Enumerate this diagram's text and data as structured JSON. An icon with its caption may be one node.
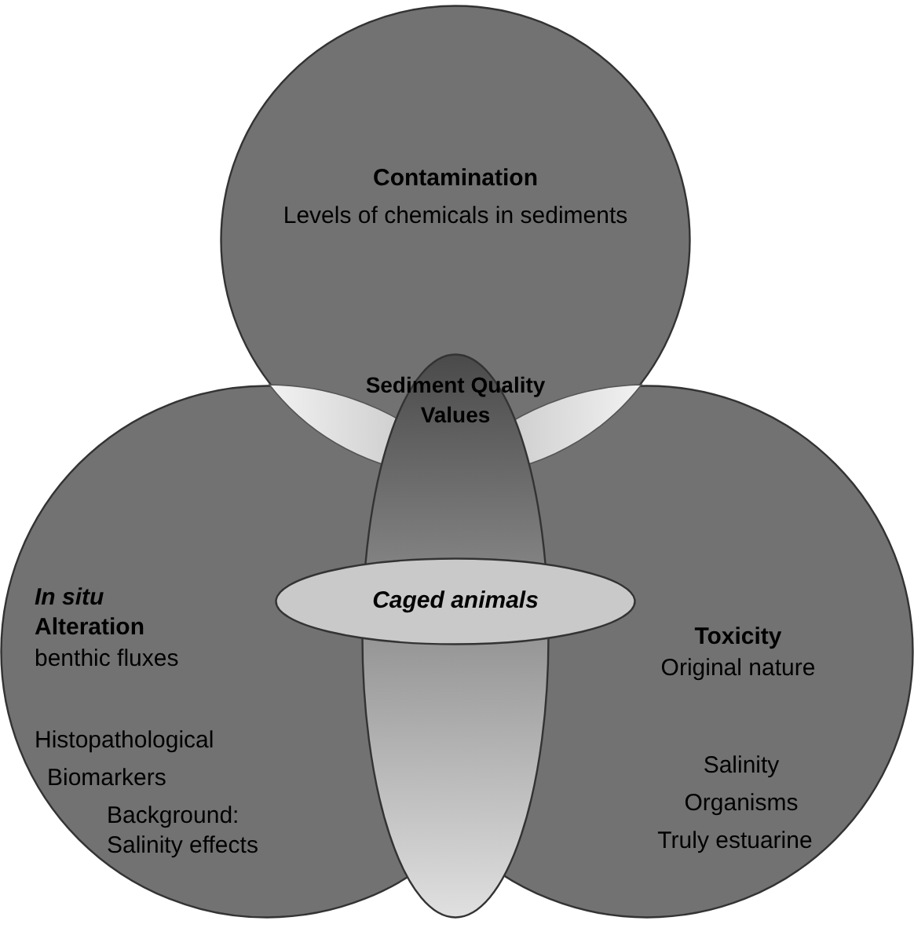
{
  "diagram": {
    "nodes": [
      {
        "text": [
          "Contamination",
          "Levels of chemicals in sediments"
        ]
      },
      {
        "text": [
          "*In situ* Alteration",
          "benthic fluxes",
          "Histopathological",
          "Biomarkers",
          "Background: Salinity effects"
        ]
      },
      {
        "text": [
          "Toxicity",
          "Original nature",
          "Salinity",
          "Organisms",
          "Truly estuarine"
        ]
      },
      {
        "text": [
          "Sediment Quality Values"
        ]
      },
      {
        "text": [
          "Caged animals"
        ]
      }
    ]
  }
}
